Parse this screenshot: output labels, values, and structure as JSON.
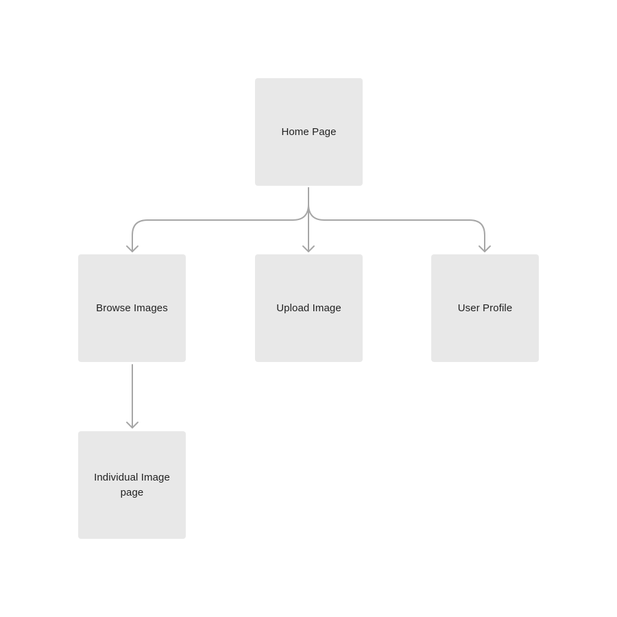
{
  "diagram": {
    "nodes": {
      "home": "Home Page",
      "browse": "Browse Images",
      "upload": "Upload Image",
      "profile": "User Profile",
      "individual": "Individual Image page"
    },
    "edges": [
      {
        "from": "Home Page",
        "to": "Browse Images"
      },
      {
        "from": "Home Page",
        "to": "Upload Image"
      },
      {
        "from": "Home Page",
        "to": "User Profile"
      },
      {
        "from": "Browse Images",
        "to": "Individual Image page"
      }
    ],
    "colors": {
      "node_fill": "#e8e8e8",
      "connector": "#a6a6a6",
      "text": "#1f1f1f",
      "background": "#ffffff"
    }
  }
}
